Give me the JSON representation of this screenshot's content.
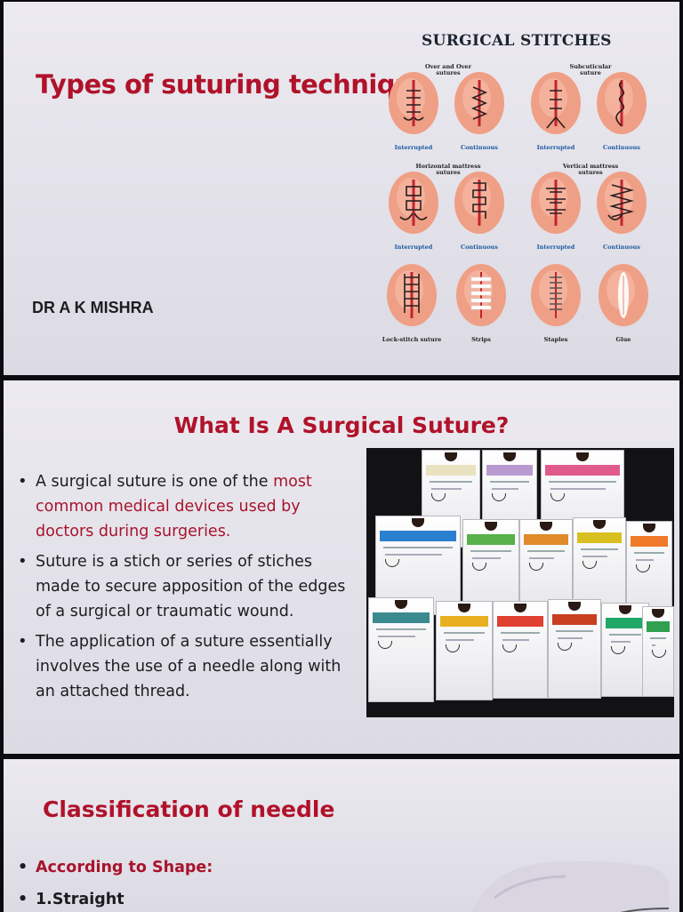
{
  "slide1": {
    "title": "Types of suturing technique",
    "author": "DR A K MISHRA",
    "chart": {
      "title": "SURGICAL STITCHES",
      "groups": {
        "over_and_over": "Over and Over sutures",
        "subcuticular": "Subcuticular suture",
        "horizontal_mattress": "Horizontal mattress sutures",
        "vertical_mattress": "Vertical mattress sutures"
      },
      "captions": {
        "r1": [
          "Interrupted",
          "Continuous",
          "Interrupted",
          "Continuous"
        ],
        "r2": [
          "Interrupted",
          "Continuous",
          "Interrupted",
          "Continuous"
        ],
        "r3": [
          "Lock-stitch suture",
          "Strips",
          "Staples",
          "Glue"
        ]
      },
      "colors": {
        "skin": "#ef9f86",
        "wound": "#c22430",
        "caption_blue": "#1a5aa0"
      }
    }
  },
  "slide2": {
    "title": "What Is A Surgical Suture?",
    "bullets": [
      {
        "pre": "A surgical suture is one of the ",
        "hl": "most common medical devices used by doctors during surgeries."
      },
      {
        "pre": "Suture is a stich or series of stiches made to secure apposition of the edges of a surgical or traumatic wound.",
        "hl": ""
      },
      {
        "pre": "The application of a suture essentially involves the use of a needle along with an attached thread.",
        "hl": ""
      }
    ],
    "photo": {
      "box_colors": [
        "#e8e2c0",
        "#b99ad0",
        "#e05a8a",
        "#2a7fd0",
        "#58b04a",
        "#e08a2a",
        "#d8c020",
        "#f07a2a",
        "#3a8a90",
        "#e8b020",
        "#e04030",
        "#c84020",
        "#20a868",
        "#30a050"
      ]
    }
  },
  "slide3": {
    "title": "Classification of needle",
    "items": [
      "According to Shape:",
      "1.Straight"
    ]
  }
}
